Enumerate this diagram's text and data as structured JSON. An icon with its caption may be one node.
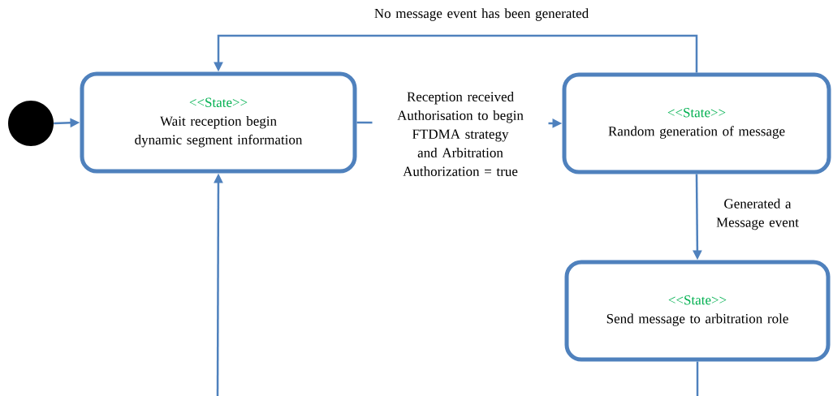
{
  "diagram": {
    "nodes": [
      {
        "text": [],
        "shape": "circle"
      },
      {
        "text": [
          "<<State>>",
          "Wait reception begin dynamic segment information"
        ]
      },
      {
        "text": [
          "<<State>>",
          "Random generation of message"
        ]
      },
      {
        "text": [
          "<<State>>",
          "Send message to arbitration role"
        ]
      }
    ],
    "edges": [
      {
        "from": 0,
        "to": 1,
        "arrow": "to"
      },
      {
        "from": 1,
        "to": 2,
        "arrow": "to",
        "label": "Reception received Authorisation to begin FTDMA strategy and Arbitration Authorization = true"
      },
      {
        "from": 2,
        "to": 1,
        "arrow": "to",
        "label": "No message event has been generated"
      },
      {
        "from": 2,
        "to": 3,
        "arrow": "to",
        "label": "Generated a Message event"
      },
      {
        "from": null,
        "to": 1,
        "arrow": "to"
      },
      {
        "from": 3,
        "to": null,
        "arrow": "none"
      }
    ]
  }
}
